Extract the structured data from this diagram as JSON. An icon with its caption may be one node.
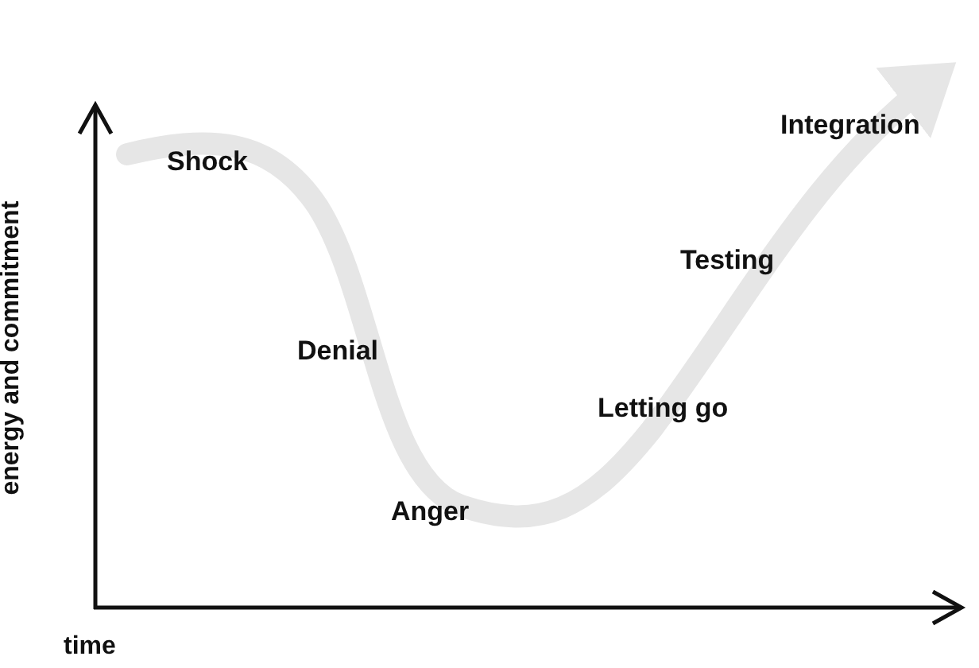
{
  "diagram": {
    "labels": [
      "Integration",
      "Shock",
      "Testing",
      "Denial",
      "Letting go",
      "Anger",
      "energy and commitment",
      "time"
    ]
  }
}
